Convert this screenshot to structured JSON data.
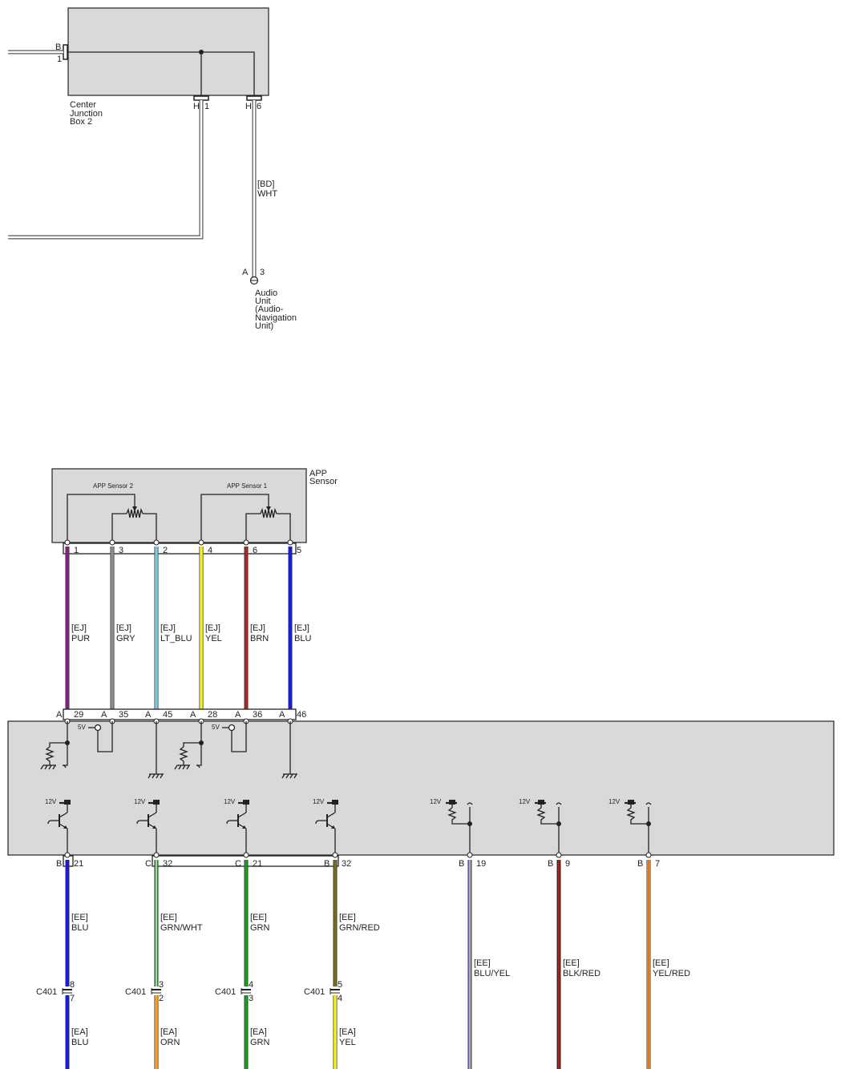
{
  "top": {
    "box_label": [
      "Center",
      "Junction",
      "Box 2"
    ],
    "left_conn_letter": "B",
    "left_conn_pin": "1",
    "pins": [
      {
        "letter": "H",
        "pin": "1"
      },
      {
        "letter": "H",
        "pin": "6"
      }
    ],
    "wire_label": [
      "[BD]",
      "WHT"
    ],
    "audio_conn_letter": "A",
    "audio_conn_pin": "3",
    "audio_label": [
      "Audio",
      "Unit",
      "(Audio-",
      "Navigation",
      "Unit)"
    ]
  },
  "app": {
    "box_label": [
      "APP",
      "Sensor"
    ],
    "sensor2": "APP Sensor 2",
    "sensor1": "APP Sensor 1",
    "volt_label": "5V"
  },
  "ecu_supply_label": "12V",
  "app_wires": [
    {
      "pin": "1",
      "code": "[EJ]",
      "color": "PUR",
      "hex": "#8b1d87",
      "ecu_letter": "A",
      "ecu_pin": "29"
    },
    {
      "pin": "3",
      "code": "[EJ]",
      "color": "GRY",
      "hex": "#8c8c8c",
      "ecu_letter": "A",
      "ecu_pin": "35"
    },
    {
      "pin": "2",
      "code": "[EJ]",
      "color": "LT_BLU",
      "hex": "#7cc8e0",
      "ecu_letter": "A",
      "ecu_pin": "45"
    },
    {
      "pin": "4",
      "code": "[EJ]",
      "color": "YEL",
      "hex": "#f2f21c",
      "ecu_letter": "A",
      "ecu_pin": "28"
    },
    {
      "pin": "6",
      "code": "[EJ]",
      "color": "BRN",
      "hex": "#a52a2a",
      "ecu_letter": "A",
      "ecu_pin": "36"
    },
    {
      "pin": "5",
      "code": "[EJ]",
      "color": "BLU",
      "hex": "#1a1ae6",
      "ecu_letter": "A",
      "ecu_pin": "46"
    }
  ],
  "bottom_wires": [
    {
      "letter": "B",
      "pin": "21",
      "code": "[EE]",
      "color": "BLU",
      "hex": "#1a1ae6",
      "stripe": "",
      "conn": {
        "name": "C401",
        "top": "8",
        "bottom": "7"
      },
      "ea_code": "[EA]",
      "ea_color": "BLU",
      "ea_hex": "#1a1ae6",
      "ea_stripe": ""
    },
    {
      "letter": "C",
      "pin": "32",
      "code": "[EE]",
      "color": "GRN/WHT",
      "hex": "#2a9a2a",
      "stripe": "#ffffff",
      "conn": {
        "name": "C401",
        "top": "3",
        "bottom": "2"
      },
      "ea_code": "[EA]",
      "ea_color": "ORN",
      "ea_hex": "#f5a623",
      "ea_stripe": ""
    },
    {
      "letter": "C",
      "pin": "21",
      "code": "[EE]",
      "color": "GRN",
      "hex": "#1f9a1f",
      "stripe": "",
      "conn": {
        "name": "C401",
        "top": "4",
        "bottom": "3"
      },
      "ea_code": "[EA]",
      "ea_color": "GRN",
      "ea_hex": "#1f9a1f",
      "ea_stripe": ""
    },
    {
      "letter": "B",
      "pin": "32",
      "code": "[EE]",
      "color": "GRN/RED",
      "hex": "#6b6b1f",
      "stripe": "#8a6a20",
      "conn": {
        "name": "C401",
        "top": "5",
        "bottom": "4"
      },
      "ea_code": "[EA]",
      "ea_color": "YEL",
      "ea_hex": "#f2f21c",
      "ea_stripe": ""
    },
    {
      "letter": "B",
      "pin": "19",
      "code": "[EE]",
      "color": "BLU/YEL",
      "hex": "#6a6ad8",
      "stripe": "#d8d870"
    },
    {
      "letter": "B",
      "pin": "9",
      "code": "[EE]",
      "color": "BLK/RED",
      "hex": "#6e1010",
      "stripe": "#c0392b"
    },
    {
      "letter": "B",
      "pin": "7",
      "code": "[EE]",
      "color": "YEL/RED",
      "hex": "#f0a030",
      "stripe": "#e05020"
    }
  ]
}
